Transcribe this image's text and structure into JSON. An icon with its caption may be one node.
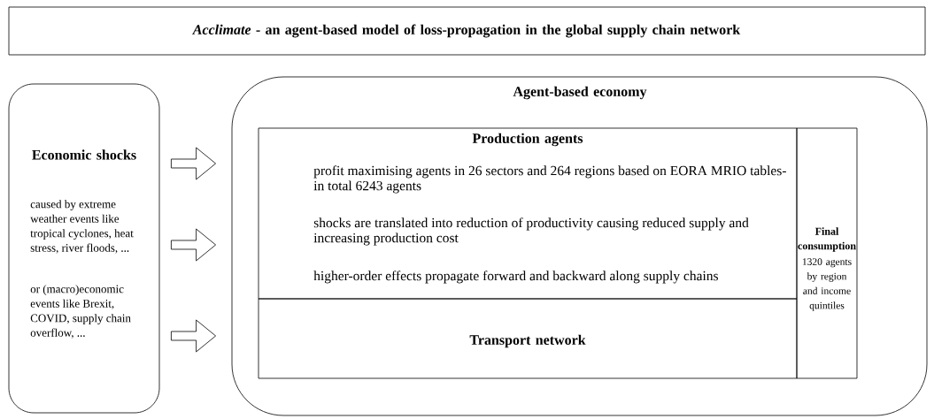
{
  "diagram": {
    "nodes": [
      {
        "text": [
          "*Acclimate* - an agent-based model of loss-propagation in the global supply chain network"
        ]
      },
      {
        "text": [
          "Economic shocks",
          "caused by extreme weather events like tropical cyclones, heat stress, river floods, ...",
          "or (macro)economic events like Brexit, COVID, supply chain overflow, ..."
        ]
      },
      {
        "text": [
          "Agent-based economy"
        ]
      },
      {
        "text": [
          "Production agents",
          "profit maximising agents in 26 sectors and 264 regions based on EORA MRIO tables- in total 6243 agents",
          "shocks are translated into reduction of productivity causing reduced supply and increasing production cost",
          "higher-order effects propagate forward and backward along supply chains"
        ],
        "in": 2
      },
      {
        "text": [
          "Transport network"
        ],
        "in": 2
      },
      {
        "text": [
          "Final consumption",
          "1320 agents by region and income quintiles"
        ],
        "in": 2
      }
    ],
    "edges": [
      {
        "from": 1,
        "to": 2,
        "arrow": "to"
      },
      {
        "from": 1,
        "to": 2,
        "arrow": "to"
      },
      {
        "from": 1,
        "to": 2,
        "arrow": "to"
      }
    ]
  }
}
